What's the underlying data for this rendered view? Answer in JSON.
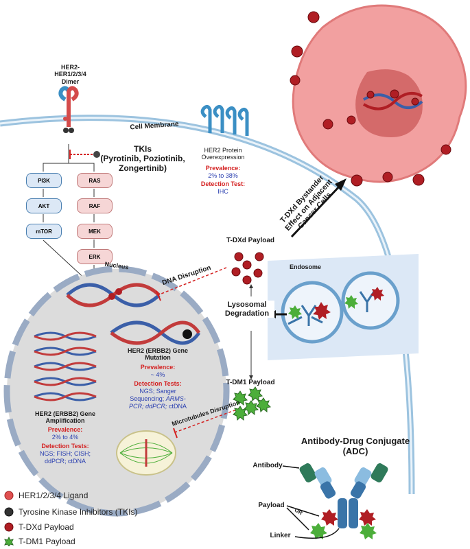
{
  "dimer": {
    "title": "HER2-\nHER1/2/3/4\nDimer"
  },
  "membrane": {
    "label": "Cell Membrane"
  },
  "tkis": {
    "title": "TKIs\n(Pyrotinib, Poziotinib,\nZongertinib)"
  },
  "pathway": {
    "pi3k": [
      "PI3K",
      "AKT",
      "mTOR"
    ],
    "ras": [
      "RAS",
      "RAF",
      "MEK",
      "ERK"
    ]
  },
  "overexpression": {
    "title": "HER2 Protein\nOverexpression",
    "prev_label": "Prevalence:",
    "prev_value": "2% to 38%",
    "test_label": "Detection Test:",
    "test_value": "IHC"
  },
  "bystander": {
    "label": "T-DXd Bystander\nEffect on Adjacent\nCancer Cells"
  },
  "nucleus": {
    "label": "Nucleus"
  },
  "dna_disruption": {
    "label": "DNA Disruption"
  },
  "tdxd_payload": {
    "label": "T-DXd Payload"
  },
  "endosome": {
    "label": "Endosome"
  },
  "lysosomal": {
    "label": "Lysosomal\nDegradation"
  },
  "mutation": {
    "title": "HER2 (ERBB2) Gene\nMutation",
    "prev_label": "Prevalence:",
    "prev_value": "~ 4%",
    "test_label": "Detection Tests:",
    "test_value_1": "NGS; Sanger",
    "test_value_2": "Sequencing;",
    "test_value_3": "ARMS-",
    "test_value_4": "PCR; ddPCR;",
    "test_value_5": "ctDNA"
  },
  "amplification": {
    "title": "HER2 (ERBB2) Gene\nAmplification",
    "prev_label": "Prevalence:",
    "prev_value": "2% to 4%",
    "test_label": "Detection Tests:",
    "test_value_1": "NGS; FISH; CISH;",
    "test_value_2": "ddPCR; ctDNA"
  },
  "tdm1_payload": {
    "label": "T-DM1 Payload"
  },
  "microtubules": {
    "label": "Microtubules Disruption"
  },
  "adc": {
    "title": "Antibody-Drug Conjugate\n(ADC)",
    "antibody": "Antibody",
    "payload": "Payload",
    "or": "OR",
    "linker": "Linker"
  },
  "legend": [
    {
      "icon": "her-ligand-icon",
      "text": "HER1/2/3/4 Ligand"
    },
    {
      "icon": "tki-icon",
      "text": "Tyrosine Kinase Inhibitors (TKIs)"
    },
    {
      "icon": "tdxd-icon",
      "text": "T-DXd Payload"
    },
    {
      "icon": "tdm1-icon",
      "text": "T-DM1 Payload"
    }
  ],
  "colors": {
    "red": "#d42020",
    "blue": "#2a3fb0",
    "cancer_cell": "#f2a0a0",
    "nucleus": "#dcdcdc",
    "receptor_blue": "#3b8fc4",
    "receptor_red": "#d44b4b"
  }
}
